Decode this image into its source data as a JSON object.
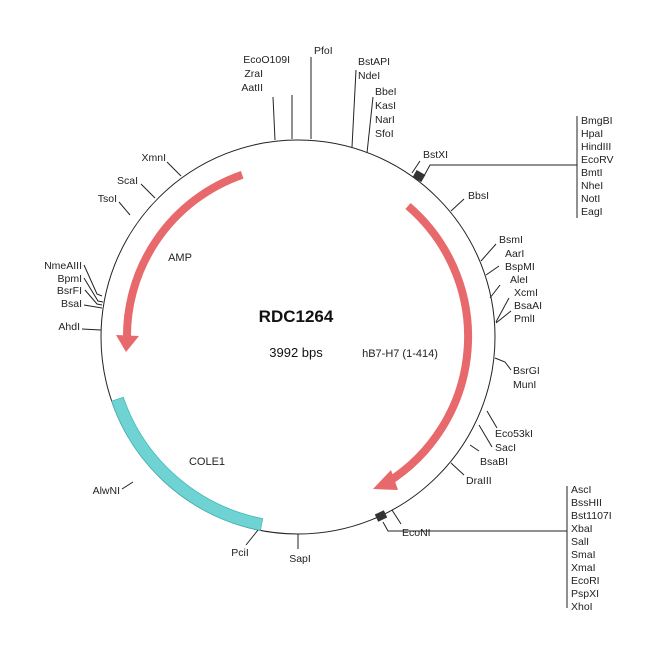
{
  "plasmid": {
    "name": "RDC1264",
    "size": "3992 bps"
  },
  "features": {
    "amp": {
      "label": "AMP",
      "color": "#e8696b"
    },
    "hb7": {
      "label": "hB7-H7 (1-414)",
      "color": "#e8696b"
    },
    "cole1": {
      "label": "COLE1",
      "color": "#6fd3d3"
    }
  },
  "sites": {
    "top": [
      "AatII",
      "ZraI",
      "EcoO109I",
      "PfoI",
      "BstAPI",
      "NdeI",
      "BbeI",
      "KasI",
      "NarI",
      "SfoI",
      "BstXI"
    ],
    "cluster1": [
      "BmgBI",
      "HpaI",
      "HindIII",
      "EcoRV",
      "BmtI",
      "NheI",
      "NotI",
      "EagI"
    ],
    "right": [
      "BbsI",
      "BsmI",
      "AarI",
      "BspMI",
      "AleI",
      "XcmI",
      "BsaAI",
      "PmlI",
      "BsrGI",
      "MunI",
      "Eco53kI",
      "SacI",
      "BsaBI",
      "DraIII",
      "EcoNI"
    ],
    "cluster2": [
      "AscI",
      "BssHII",
      "Bst1107I",
      "XbaI",
      "SalI",
      "SmaI",
      "XmaI",
      "EcoRI",
      "PspXI",
      "XhoI"
    ],
    "bottom": [
      "SapI",
      "PciI",
      "AlwNI"
    ],
    "left": [
      "AhdI",
      "NmeAIII",
      "BpmI",
      "BsrFI",
      "BsaI",
      "TsoI",
      "ScaI",
      "XmnI"
    ]
  }
}
